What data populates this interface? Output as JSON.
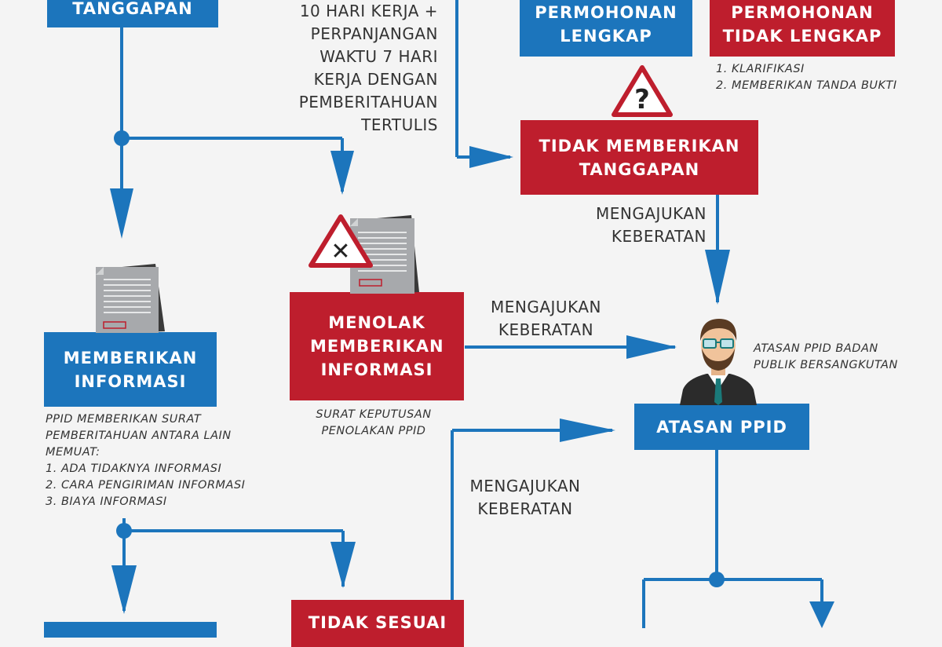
{
  "boxes": {
    "tanggapan_top": "TANGGAPAN",
    "permohonan_lengkap": "PERMOHONAN LENGKAP",
    "permohonan_tidak_lengkap": "PERMOHONAN TIDAK LENGKAP",
    "tidak_memberikan_tanggapan": "TIDAK MEMBERIKAN TANGGAPAN",
    "memberikan_informasi": "MEMBERIKAN INFORMASI",
    "menolak_memberikan_informasi": "MENOLAK MEMBERIKAN INFORMASI",
    "atasan_ppid": "ATASAN PPID",
    "tidak_sesuai": "TIDAK SESUAI"
  },
  "labels": {
    "waktu": [
      "10 HARI KERJA +",
      "PERPANJANGAN",
      "WAKTU 7 HARI",
      "KERJA DENGAN",
      "PEMBERITAHUAN",
      "TERTULIS"
    ],
    "keberatan_1": [
      "MENGAJUKAN",
      "KEBERATAN"
    ],
    "keberatan_2": [
      "MENGAJUKAN",
      "KEBERATAN"
    ],
    "keberatan_3": [
      "MENGAJUKAN",
      "KEBERATAN"
    ]
  },
  "notes": {
    "tidak_lengkap": [
      "1. KLARIFIKASI",
      "2. MEMBERIKAN TANDA BUKTI"
    ],
    "atasan": [
      "ATASAN PPID BADAN",
      "PUBLIK BERSANGKUTAN"
    ],
    "surat_keputusan": [
      "SURAT KEPUTUSAN",
      "PENOLAKAN PPID"
    ],
    "ppid_surat": [
      "PPID MEMBERIKAN SURAT",
      "PEMBERITAHUAN ANTARA LAIN",
      "MEMUAT:",
      "1. ADA TIDAKNYA INFORMASI",
      "2. CARA PENGIRIMAN INFORMASI",
      "3. BIAYA INFORMASI"
    ]
  },
  "icons": {
    "warning_question": "?",
    "warning_cross": "✕"
  },
  "colors": {
    "blue": "#1c75bc",
    "red": "#be1e2d",
    "line": "#1c75bc",
    "background": "#f4f4f4"
  }
}
